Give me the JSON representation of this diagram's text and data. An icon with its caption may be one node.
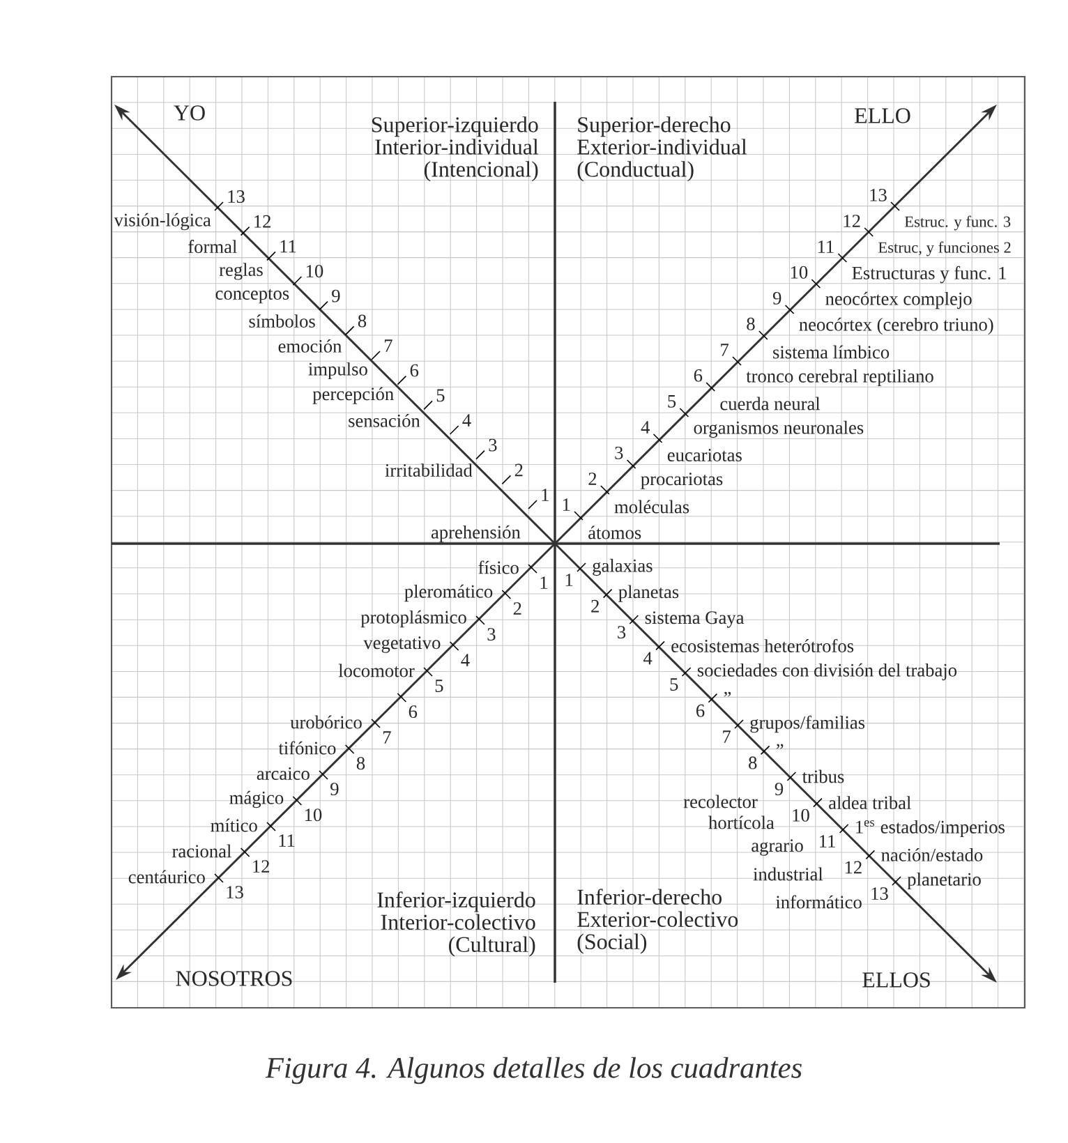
{
  "diagram": {
    "caption": "Figura 4. Algunos detalles de los cuadrantes",
    "labels": [
      "YO",
      "Superior-izquierdo Interior-individual (Intencional)",
      "13",
      "visión-lógica",
      "12",
      "formal",
      "11",
      "reglas",
      "10",
      "conceptos",
      "9",
      "símbolos",
      "8",
      "emoción",
      "7",
      "impulso",
      "6",
      "percepción",
      "5",
      "sensación",
      "4",
      "3",
      "irritabilidad",
      "2",
      "1",
      "aprehensión",
      "ELLO",
      "Superior-derecho Exterior-individual (Conductual)",
      "13",
      "Estruc. y func. 3",
      "12",
      "Estruc, y funciones 2",
      "11",
      "Estructuras y func. 1",
      "10",
      "neocórtex complejo",
      "9",
      "neocórtex (cerebro triuno)",
      "8",
      "sistema límbico",
      "7",
      "tronco cerebral reptiliano",
      "6",
      "cuerda neural",
      "5",
      "organismos neuronales",
      "4",
      "eucariotas",
      "3",
      "procariotas",
      "2",
      "moléculas",
      "1",
      "átomos",
      "físico",
      "1",
      "pleromático",
      "2",
      "protoplásmico",
      "3",
      "vegetativo",
      "4",
      "locomotor",
      "5",
      "6",
      "urobórico",
      "7",
      "tifónico",
      "8",
      "arcaico",
      "9",
      "mágico",
      "10",
      "mítico",
      "11",
      "racional",
      "12",
      "centáurico",
      "13",
      "Inferior-izquierdo Interior-colectivo (Cultural)",
      "NOSOTROS",
      "1",
      "galaxias",
      "2",
      "planetas",
      "3",
      "sistema Gaya",
      "4",
      "ecosistemas heterótrofos",
      "5",
      "sociedades con división del trabajo",
      "6",
      "”",
      "7",
      "grupos/familias",
      "8",
      "”",
      "9",
      "tribus",
      "recolector",
      "10",
      "aldea tribal",
      "hortícola",
      "11",
      "1$^{es}$ estados/imperios",
      "agrario",
      "12",
      "nación/estado",
      "industrial",
      "13",
      "planetario",
      "informático",
      "Inferior-derecho Exterior-colectivo (Social)",
      "ELLOS"
    ]
  }
}
